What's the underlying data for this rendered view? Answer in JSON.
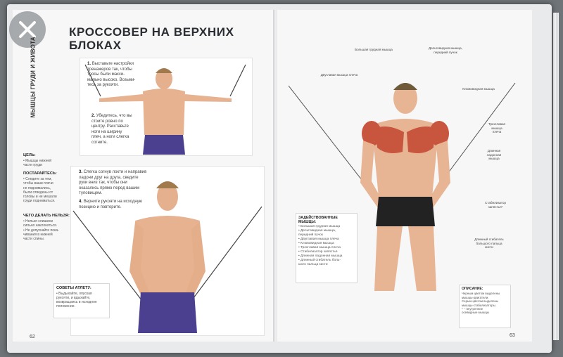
{
  "ui": {
    "close_icon": "close-icon"
  },
  "book": {
    "side_label": "МЫШЦЫ ГРУДИ И ЖИВОТА",
    "title_line1": "КРОССОВЕР НА ВЕРХНИХ",
    "title_line2": "БЛОКАХ",
    "steps": [
      {
        "num": "1.",
        "lines": [
          "Выставьте настройки",
          "тренажеров так, чтобы",
          "тросы были макси-",
          "мально высоко. Возьми-",
          "тесь за рукояти."
        ]
      },
      {
        "num": "2.",
        "lines": [
          "Убедитесь, что вы",
          "стоите ровно по",
          "центру. Расставьте",
          "ноги на ширину",
          "плеч, а ноги слегка",
          "согните."
        ]
      },
      {
        "num": "3.",
        "lines": [
          "Слегка согнув локти и направив",
          "ладони друг на друга, сведите",
          "руки вниз так, чтобы они",
          "оказались прямо перед вашим",
          "туловищем."
        ]
      },
      {
        "num": "4.",
        "lines": [
          "Верните рукояти на исходную",
          "позицию и повторите."
        ]
      }
    ],
    "goal": {
      "heading": "ЦЕЛЬ:",
      "lines": [
        "• Мышцы нижней",
        "части груди"
      ]
    },
    "try": {
      "heading": "ПОСТАРАЙТЕСЬ:",
      "lines": [
        "• Следите за тем,",
        "чтобы ваши плечи",
        "не поднимались,",
        "были отведены от",
        "головы и не мешали",
        "груди подниматься."
      ]
    },
    "dont": {
      "heading": "ЧЕГО ДЕЛАТЬ НЕЛЬЗЯ:",
      "lines": [
        "• Нельзя слишком",
        "сильно наклоняться.",
        "• Не допускайте пока-",
        "чивания в нижней",
        "части спины."
      ]
    },
    "tips": {
      "heading": "СОВЕТЫ АТЛЕТУ:",
      "lines": [
        "• Выдыхайте, опуская",
        "рукояти, и вдыхайте,",
        "возвращаясь в исходное",
        "положение."
      ]
    },
    "page_left": "62",
    "page_right": "63",
    "muscle_labels": {
      "pec_major": "Большая грудная мышца",
      "deltoid_front": [
        "Дельтовидная мышца,",
        "передний пучок"
      ],
      "biceps": "Двуглавая мышца плеча",
      "coracobrachialis": "Клювовидная мышца",
      "triceps": [
        "Трехглавая",
        "мышца",
        "плеча"
      ],
      "pec_minor": [
        "Длинная",
        "ладонная",
        "мышца"
      ],
      "wrist_stabilizer": [
        "Стабилизатор",
        "запястья*"
      ],
      "wrist_flexor": [
        "Длинный сгибатель",
        "большого пальца",
        "кисти"
      ]
    },
    "muscles": {
      "heading": "ЗАДЕЙСТВОВАННЫЕ МЫШЦЫ:",
      "lines": [
        "• Большая грудная мышца",
        "• Дельтовидная мышца,",
        "передний пучок",
        "• Двуглавая мышца плеча",
        "• Клювовидная мышца",
        "• Трехглавая мышца плеча",
        "• Стабилизатор запястья",
        "• Длинная ладонная мышца",
        "• Длинный сгибатель боль-",
        "шого пальца кисти"
      ]
    },
    "legend": {
      "heading": "ОПИСАНИЕ:",
      "lines": [
        "Черным цветом выделены",
        "мышцы-двигатели.",
        "Серым цветом выделены",
        "мышцы-стабилизаторы.",
        "* – внутренние",
        "осевидные мышцы"
      ]
    },
    "colors": {
      "muscle_red": "#c8553d",
      "shorts_purple": "#4b3f8f",
      "skin": "#e8b594"
    }
  }
}
